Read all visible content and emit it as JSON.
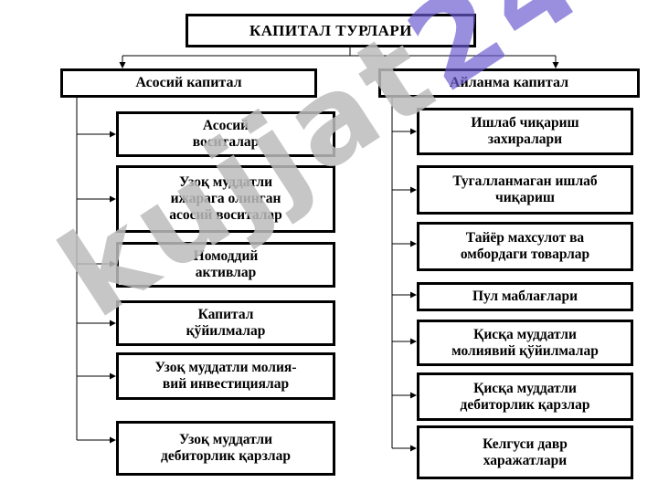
{
  "title": "КАПИТАЛ  ТУРЛАРИ",
  "left": {
    "heading": "Асосий капитал",
    "items": [
      [
        "Асосий",
        "воситалар"
      ],
      [
        "Узоқ муддатли",
        "ижарага олинган",
        "асосий воситалар"
      ],
      [
        "Номоддий",
        "активлар"
      ],
      [
        "Капитал",
        "қўйилмалар"
      ],
      [
        "Узоқ муддатли молия-",
        "вий инвестициялар"
      ],
      [
        "Узоқ муддатли",
        "дебиторлик қарзлар"
      ]
    ]
  },
  "right": {
    "heading": "Айланма капитал",
    "items": [
      [
        "Ишлаб чиқариш",
        "захиралари"
      ],
      [
        "Тугалланмаган ишлаб",
        "чиқариш"
      ],
      [
        "Тайёр махсулот ва",
        "омбордаги товарлар"
      ],
      [
        "Пул маблағлари"
      ],
      [
        "Қисқа муддатли",
        "молиявий қўйилмалар"
      ],
      [
        "Қисқа муддатли",
        "дебиторлик қарзлар"
      ],
      [
        "Келгуси давр",
        "харажатлари"
      ]
    ]
  },
  "watermark": {
    "main": "kujjat",
    "tail": "24"
  }
}
